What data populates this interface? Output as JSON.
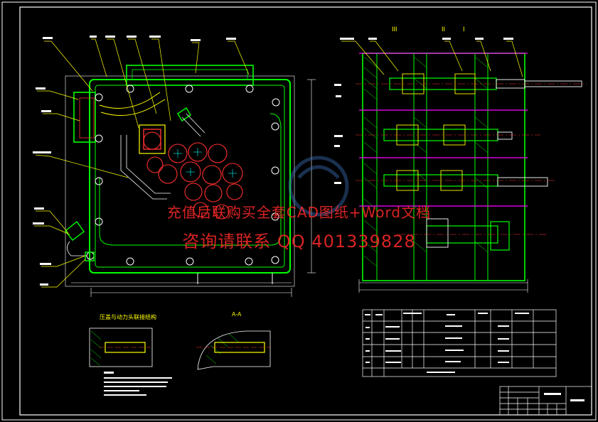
{
  "watermark": {
    "line1": "充值后联购买全套CAD图纸+Word文档",
    "line2": "咨询请联系  QQ 401339828"
  },
  "labels": {
    "section_a": "A-A",
    "section_I": "I",
    "section_II": "II",
    "section_III": "III",
    "bottom_title": "压盖与动力头联接结构"
  },
  "colors": {
    "frame": "#ffffff",
    "outline": "#00ff00",
    "leader": "#ffff00",
    "section": "#ff3030",
    "center": "#ff00ff",
    "dim": "#00ffff",
    "text": "#ffffff"
  }
}
